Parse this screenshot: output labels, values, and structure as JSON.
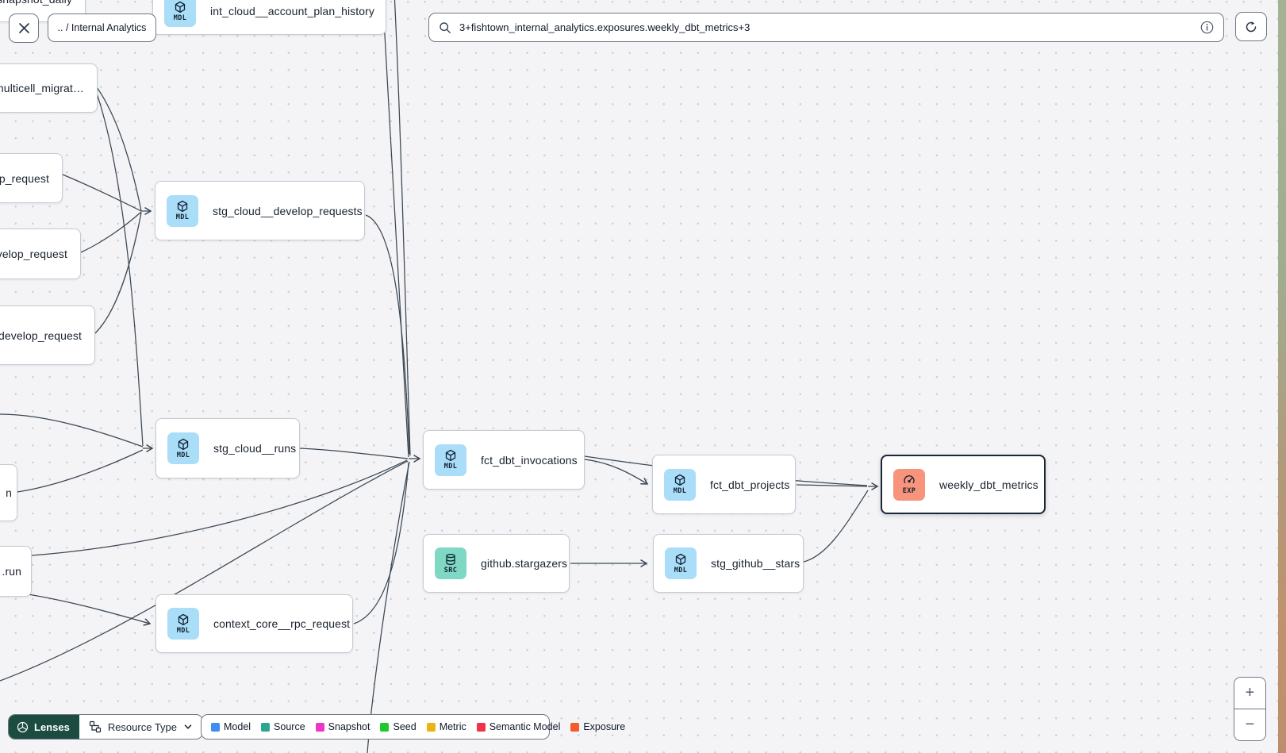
{
  "toolbar": {
    "breadcrumb": ".. / Internal Analytics",
    "search": {
      "value": "3+fishtown_internal_analytics.exposures.weekly_dbt_metrics+3"
    }
  },
  "badge_labels": {
    "model": "MDL",
    "source": "SRC",
    "exposure": "EXP"
  },
  "nodes": [
    {
      "id": "snapshot_daily",
      "type": "partial",
      "label": "snapshot_daily"
    },
    {
      "id": "int_cloud_account_plan",
      "type": "model",
      "label": "int_cloud__account_plan_history"
    },
    {
      "id": "multicell_migrat",
      "type": "partial",
      "label": "multicell_migrat…"
    },
    {
      "id": "p_request",
      "type": "partial",
      "label": "p_request"
    },
    {
      "id": "velop_request",
      "type": "partial",
      "label": "velop_request"
    },
    {
      "id": "develop_request",
      "type": "partial",
      "label": ".develop_request"
    },
    {
      "id": "stg_cloud_develop_requests",
      "type": "model",
      "label": "stg_cloud__develop_requests"
    },
    {
      "id": "stg_cloud_runs",
      "type": "model",
      "label": "stg_cloud__runs"
    },
    {
      "id": "n_sliver",
      "type": "partial",
      "label": "n"
    },
    {
      "id": "run_sliver",
      "type": "partial",
      "label": ".run"
    },
    {
      "id": "context_core_rpc_request",
      "type": "model",
      "label": "context_core__rpc_request"
    },
    {
      "id": "fct_dbt_invocations",
      "type": "model",
      "label": "fct_dbt_invocations"
    },
    {
      "id": "fct_dbt_projects",
      "type": "model",
      "label": "fct_dbt_projects"
    },
    {
      "id": "weekly_dbt_metrics",
      "type": "exposure",
      "label": "weekly_dbt_metrics",
      "selected": true
    },
    {
      "id": "github_stargazers",
      "type": "source",
      "label": "github.stargazers"
    },
    {
      "id": "stg_github_stars",
      "type": "model",
      "label": "stg_github__stars"
    }
  ],
  "lenses_bar": {
    "lenses_label": "Lenses",
    "resource_type_label": "Resource Type"
  },
  "legend": {
    "items": [
      {
        "label": "Model",
        "color": "#3d8df5"
      },
      {
        "label": "Source",
        "color": "#2ca593"
      },
      {
        "label": "Snapshot",
        "color": "#ee35c8"
      },
      {
        "label": "Seed",
        "color": "#1ec82d"
      },
      {
        "label": "Metric",
        "color": "#eab414"
      },
      {
        "label": "Semantic Model",
        "color": "#f03348"
      },
      {
        "label": "Exposure",
        "color": "#f25c2b"
      }
    ]
  },
  "zoom_controls": {
    "zoom_in": "+",
    "zoom_out": "−"
  }
}
